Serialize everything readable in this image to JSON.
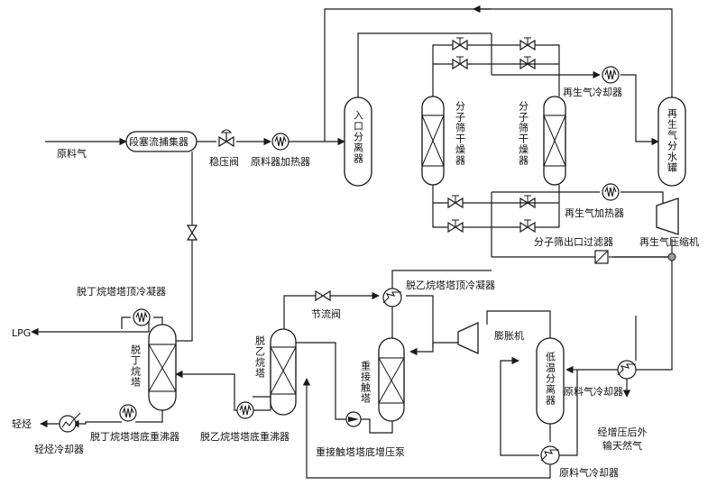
{
  "labels": {
    "feed_gas": "原料气",
    "slug_catcher": "段塞流捕集器",
    "pressure_valve": "稳压阀",
    "feed_heater": "原料器加热器",
    "inlet_separator": "入口分离器",
    "ms_dryer_1": "分子筛干燥器",
    "ms_dryer_2": "分子筛干燥器",
    "regen_cooler": "再生气冷却器",
    "regen_separator": "再生气分水罐",
    "regen_heater": "再生气加热器",
    "ms_outlet_filter": "分子筛出口过滤器",
    "regen_compressor": "再生气压缩机",
    "debutanizer_condenser": "脱丁烷塔塔顶冷凝器",
    "lpg": "LPG",
    "debutanizer": "脱丁烷塔",
    "deethanizer": "脱乙烷塔",
    "throttle_valve": "节流阀",
    "deethanizer_condenser": "脱乙烷塔塔顶冷凝器",
    "recontact_tower": "重接触塔",
    "expander": "膨胀机",
    "lowtemp_separator": "低温分离器",
    "feed_cooler_1": "原料气冷却器",
    "light_hc": "轻烃",
    "light_hc_cooler": "轻烃冷却器",
    "debutanizer_reboiler": "脱丁烷塔塔底重沸器",
    "deethanizer_reboiler": "脱乙烷塔塔底重沸器",
    "recontact_pump": "重接触塔塔底增压泵",
    "export_gas": "经增压后外输天然气",
    "feed_cooler_2": "原料气冷却器"
  },
  "icons": {
    "valve": "gate-valve-icon",
    "heat_exchanger": "coil-exchanger-icon",
    "pump": "pump-icon",
    "compressor": "compressor-icon",
    "expander": "expander-icon",
    "filter": "filter-icon"
  }
}
